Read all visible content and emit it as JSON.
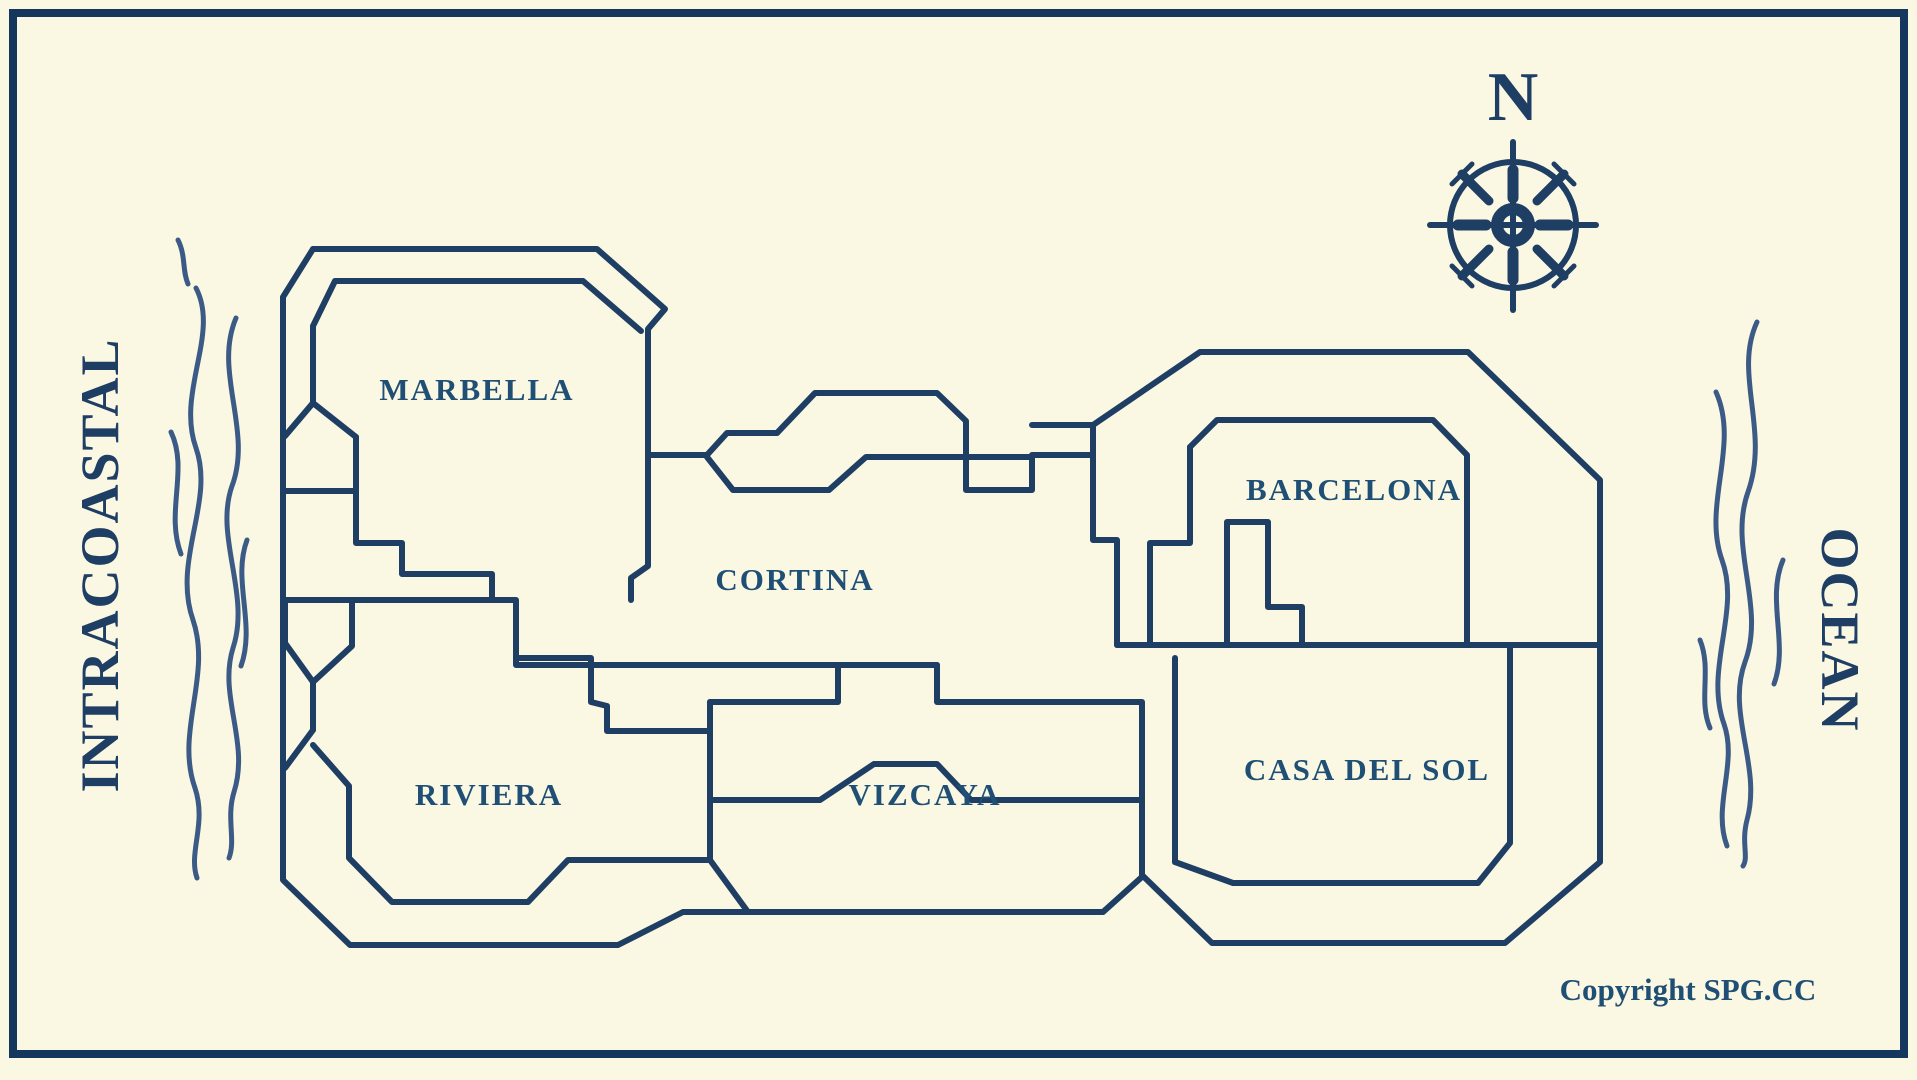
{
  "colors": {
    "background": "#faf7e3",
    "line": "#1e3e64",
    "label": "#1f4f74",
    "border": "#15375e",
    "water": "#2a4d7e"
  },
  "compass": {
    "north_label": "N"
  },
  "waterways": {
    "left_label": "INTRACOASTAL",
    "right_label": "OCEAN"
  },
  "regions": [
    {
      "id": "marbella",
      "label": "MARBELLA"
    },
    {
      "id": "cortina",
      "label": "CORTINA"
    },
    {
      "id": "barcelona",
      "label": "BARCELONA"
    },
    {
      "id": "riviera",
      "label": "RIVIERA"
    },
    {
      "id": "vizcaya",
      "label": "VIZCAYA"
    },
    {
      "id": "casa-del-sol",
      "label": "CASA DEL SOL"
    }
  ],
  "copyright": "Copyright SPG.CC"
}
